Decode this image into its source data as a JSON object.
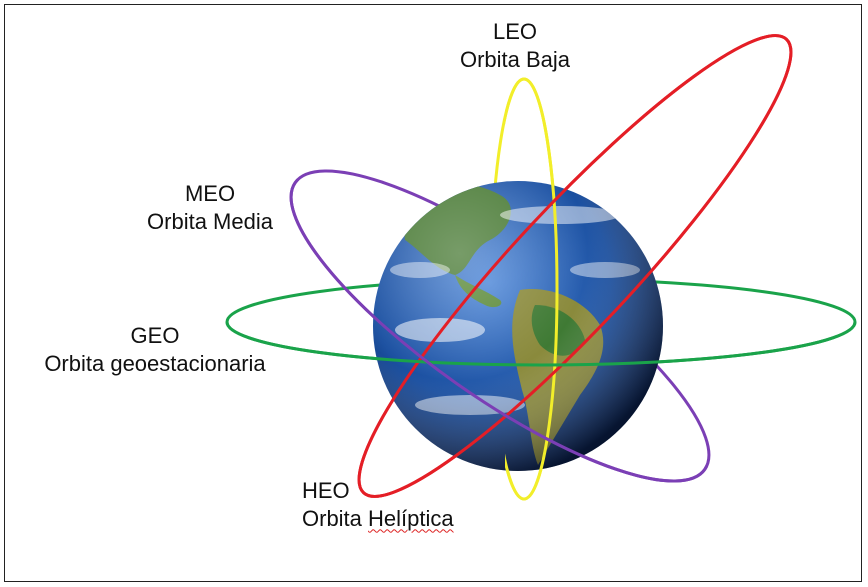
{
  "orbits": [
    {
      "id": "leo",
      "code": "LEO",
      "name": "Orbita Baja",
      "color": "#f2ee2a"
    },
    {
      "id": "meo",
      "code": "MEO",
      "name": "Orbita Media",
      "color": "#7b3fb5"
    },
    {
      "id": "geo",
      "code": "GEO",
      "name": "Orbita geoestacionaria",
      "color": "#1aa34a"
    },
    {
      "id": "heo",
      "code": "HEO",
      "name_prefix": "Orbita ",
      "name_word": "Helíptica",
      "color": "#e41e26"
    }
  ],
  "colors": {
    "ocean": "#1a4fa0",
    "land": "#3f7a34",
    "background": "#ffffff",
    "border": "#222222"
  }
}
